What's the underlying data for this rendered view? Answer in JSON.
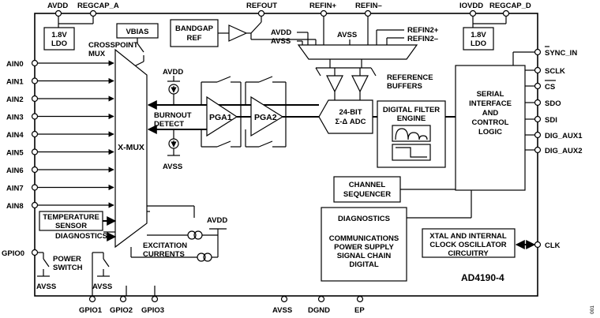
{
  "top_pins": {
    "avdd": "AVDD",
    "regcap_a": "REGCAP_A",
    "refout": "REFOUT",
    "refin_p": "REFIN+",
    "refin_m": "REFIN–",
    "iovdd": "IOVDD",
    "regcap_d": "REGCAP_D"
  },
  "left_pins": [
    "AIN0",
    "AIN1",
    "AIN2",
    "AIN3",
    "AIN4",
    "AIN5",
    "AIN6",
    "AIN7",
    "AIN8"
  ],
  "gpio0": "GPIO0",
  "right_pins": {
    "sync_in": "SYNC_IN",
    "sclk": "SCLK",
    "cs": "CS",
    "sdo": "SDO",
    "sdi": "SDI",
    "dig_aux1": "DIG_AUX1",
    "dig_aux2": "DIG_AUX2",
    "clk": "CLK"
  },
  "bottom_pins": {
    "gpio1": "GPIO1",
    "gpio2": "GPIO2",
    "gpio3": "GPIO3",
    "avss": "AVSS",
    "dgnd": "DGND",
    "ep": "EP"
  },
  "blocks": {
    "ldo_left": [
      "1.8V",
      "LDO"
    ],
    "ldo_right": [
      "1.8V",
      "LDO"
    ],
    "vbias": "VBIAS",
    "crosspoint_mux": [
      "CROSSPOINT",
      "MUX"
    ],
    "bandgap": [
      "BANDGAP",
      "REF"
    ],
    "avdd_ref": "AVDD",
    "avss_ref": "AVSS",
    "avss_mid": "AVSS",
    "refin2_p": "REFIN2+",
    "refin2_m": "REFIN2–",
    "reference_buffers": [
      "REFERENCE",
      "BUFFERS"
    ],
    "x_mux": "X-MUX",
    "burnout_avdd": "AVDD",
    "burnout_avss": "AVSS",
    "burnout_detect": [
      "BURNOUT",
      "DETECT"
    ],
    "pga1": "PGA1",
    "pga2": "PGA2",
    "adc": [
      "24-BIT",
      "Σ-Δ ADC"
    ],
    "digital_filter": [
      "DIGITAL FILTER",
      "ENGINE"
    ],
    "serial_interface": [
      "SERIAL",
      "INTERFACE",
      "AND",
      "CONTROL",
      "LOGIC"
    ],
    "channel_sequencer": [
      "CHANNEL",
      "SEQUENCER"
    ],
    "temperature_sensor": [
      "TEMPERATURE",
      "SENSOR"
    ],
    "diagnostics_left": "DIAGNOSTICS",
    "excitation_currents": [
      "EXCITATION",
      "CURRENTS"
    ],
    "excitation_avdd": "AVDD",
    "power_switch": [
      "POWER",
      "SWITCH"
    ],
    "power_switch_avss": "AVSS",
    "gpio_avss": "AVSS",
    "diagnostics_box_title": "DIAGNOSTICS",
    "diagnostics_box_lines": [
      "COMMUNICATIONS",
      "POWER SUPPLY",
      "SIGNAL CHAIN",
      "DIGITAL"
    ],
    "xtal": [
      "XTAL AND INTERNAL",
      "CLOCK OSCILLATOR",
      "CIRCUITRY"
    ]
  },
  "part_number": "AD4190-4",
  "figure_code": "001"
}
